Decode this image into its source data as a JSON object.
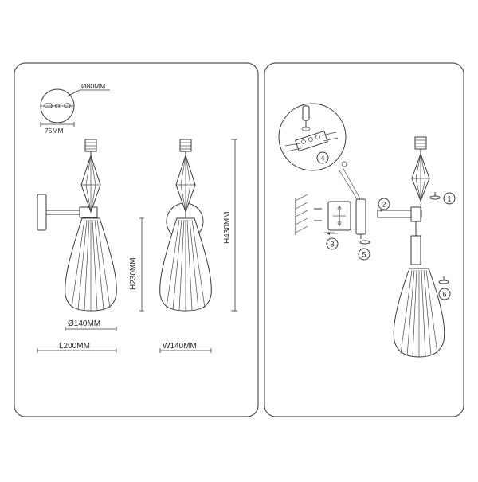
{
  "dimensions": {
    "mount_diameter": "Ø80MM",
    "mount_hole_spacing": "75MM",
    "shade_diameter": "Ø140MM",
    "length": "L200MM",
    "shade_height": "H230MM",
    "width": "W140MM",
    "total_height": "H430MM"
  },
  "steps": [
    "1",
    "2",
    "3",
    "4",
    "5",
    "6"
  ],
  "colors": {
    "line": "#3a3a3a",
    "panel_border": "#555555",
    "background": "#ffffff"
  }
}
